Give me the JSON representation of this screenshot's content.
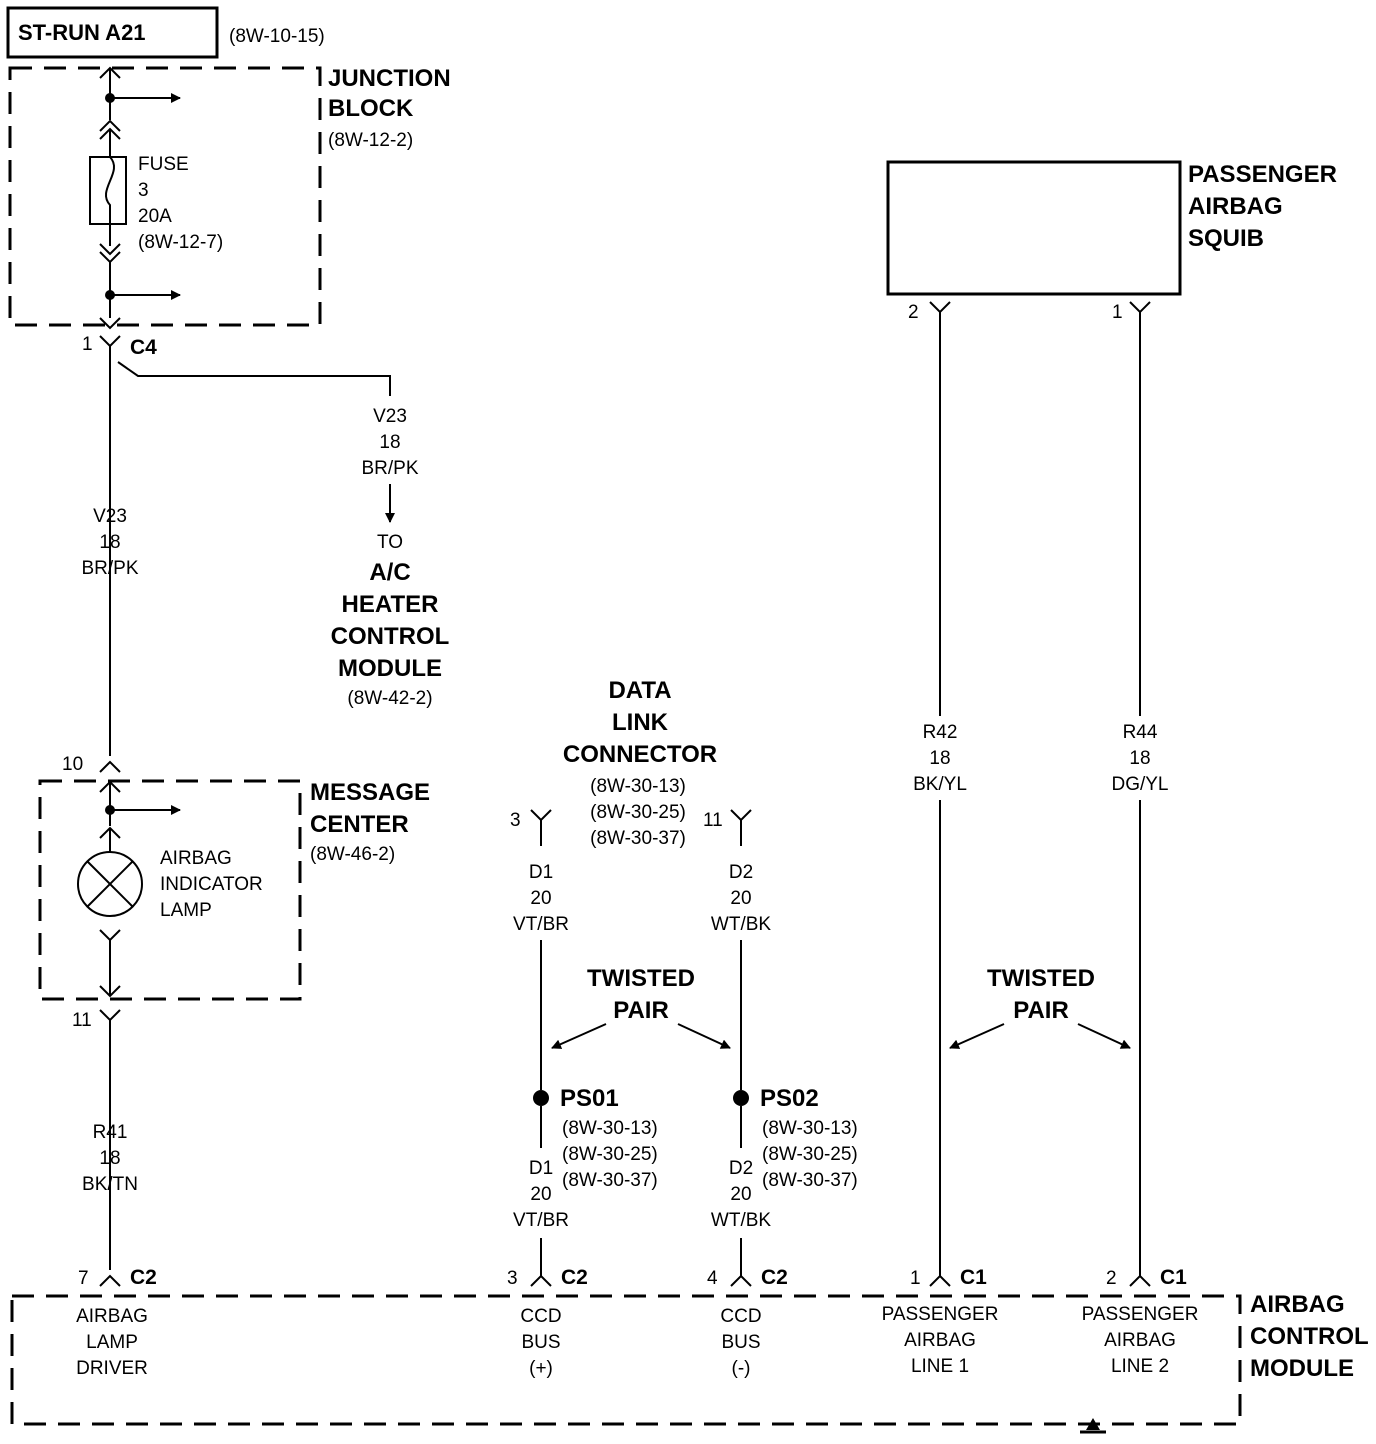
{
  "header": {
    "title": "ST-RUN A21",
    "ref": "(8W-10-15)"
  },
  "junction_block": {
    "title": [
      "JUNCTION",
      "BLOCK"
    ],
    "ref": "(8W-12-2)",
    "fuse": {
      "label": "FUSE",
      "number": "3",
      "rating": "20A",
      "ref": "(8W-12-7)"
    },
    "connector": {
      "pin": "1",
      "name": "C4"
    }
  },
  "wires": {
    "v23_branch": {
      "circuit": "V23",
      "gauge": "18",
      "color": "BR/PK"
    },
    "v23_main": {
      "circuit": "V23",
      "gauge": "18",
      "color": "BR/PK"
    },
    "r41": {
      "circuit": "R41",
      "gauge": "18",
      "color": "BK/TN"
    },
    "d1_upper": {
      "circuit": "D1",
      "gauge": "20",
      "color": "VT/BR"
    },
    "d2_upper": {
      "circuit": "D2",
      "gauge": "20",
      "color": "WT/BK"
    },
    "d1_lower": {
      "circuit": "D1",
      "gauge": "20",
      "color": "VT/BR"
    },
    "d2_lower": {
      "circuit": "D2",
      "gauge": "20",
      "color": "WT/BK"
    },
    "r42": {
      "circuit": "R42",
      "gauge": "18",
      "color": "BK/YL"
    },
    "r44": {
      "circuit": "R44",
      "gauge": "18",
      "color": "DG/YL"
    }
  },
  "ac_heater": {
    "to": "TO",
    "name": [
      "A/C",
      "HEATER",
      "CONTROL",
      "MODULE"
    ],
    "ref": "(8W-42-2)"
  },
  "message_center": {
    "title": [
      "MESSAGE",
      "CENTER"
    ],
    "ref": "(8W-46-2)",
    "lamp": [
      "AIRBAG",
      "INDICATOR",
      "LAMP"
    ],
    "pin_in": "10",
    "pin_out": "11"
  },
  "data_link": {
    "title": [
      "DATA",
      "LINK",
      "CONNECTOR"
    ],
    "refs": [
      "(8W-30-13)",
      "(8W-30-25)",
      "(8W-30-37)"
    ],
    "pin_d1": "3",
    "pin_d2": "11"
  },
  "twisted_pair": {
    "line1": "TWISTED",
    "line2": "PAIR"
  },
  "splices": {
    "ps01": {
      "name": "PS01",
      "refs": [
        "(8W-30-13)",
        "(8W-30-25)",
        "(8W-30-37)"
      ]
    },
    "ps02": {
      "name": "PS02",
      "refs": [
        "(8W-30-13)",
        "(8W-30-25)",
        "(8W-30-37)"
      ]
    }
  },
  "squib": {
    "title": [
      "PASSENGER",
      "AIRBAG",
      "SQUIB"
    ],
    "pin_r42": "2",
    "pin_r44": "1"
  },
  "acm": {
    "title": [
      "AIRBAG",
      "CONTROL",
      "MODULE"
    ],
    "connectors": [
      {
        "pin": "7",
        "name": "C2",
        "label": [
          "AIRBAG",
          "LAMP",
          "DRIVER"
        ]
      },
      {
        "pin": "3",
        "name": "C2",
        "label": [
          "CCD",
          "BUS",
          "(+)"
        ]
      },
      {
        "pin": "4",
        "name": "C2",
        "label": [
          "CCD",
          "BUS",
          "(-)"
        ]
      },
      {
        "pin": "1",
        "name": "C1",
        "label": [
          "PASSENGER",
          "AIRBAG",
          "LINE 1"
        ]
      },
      {
        "pin": "2",
        "name": "C1",
        "label": [
          "PASSENGER",
          "AIRBAG",
          "LINE 2"
        ]
      }
    ]
  }
}
